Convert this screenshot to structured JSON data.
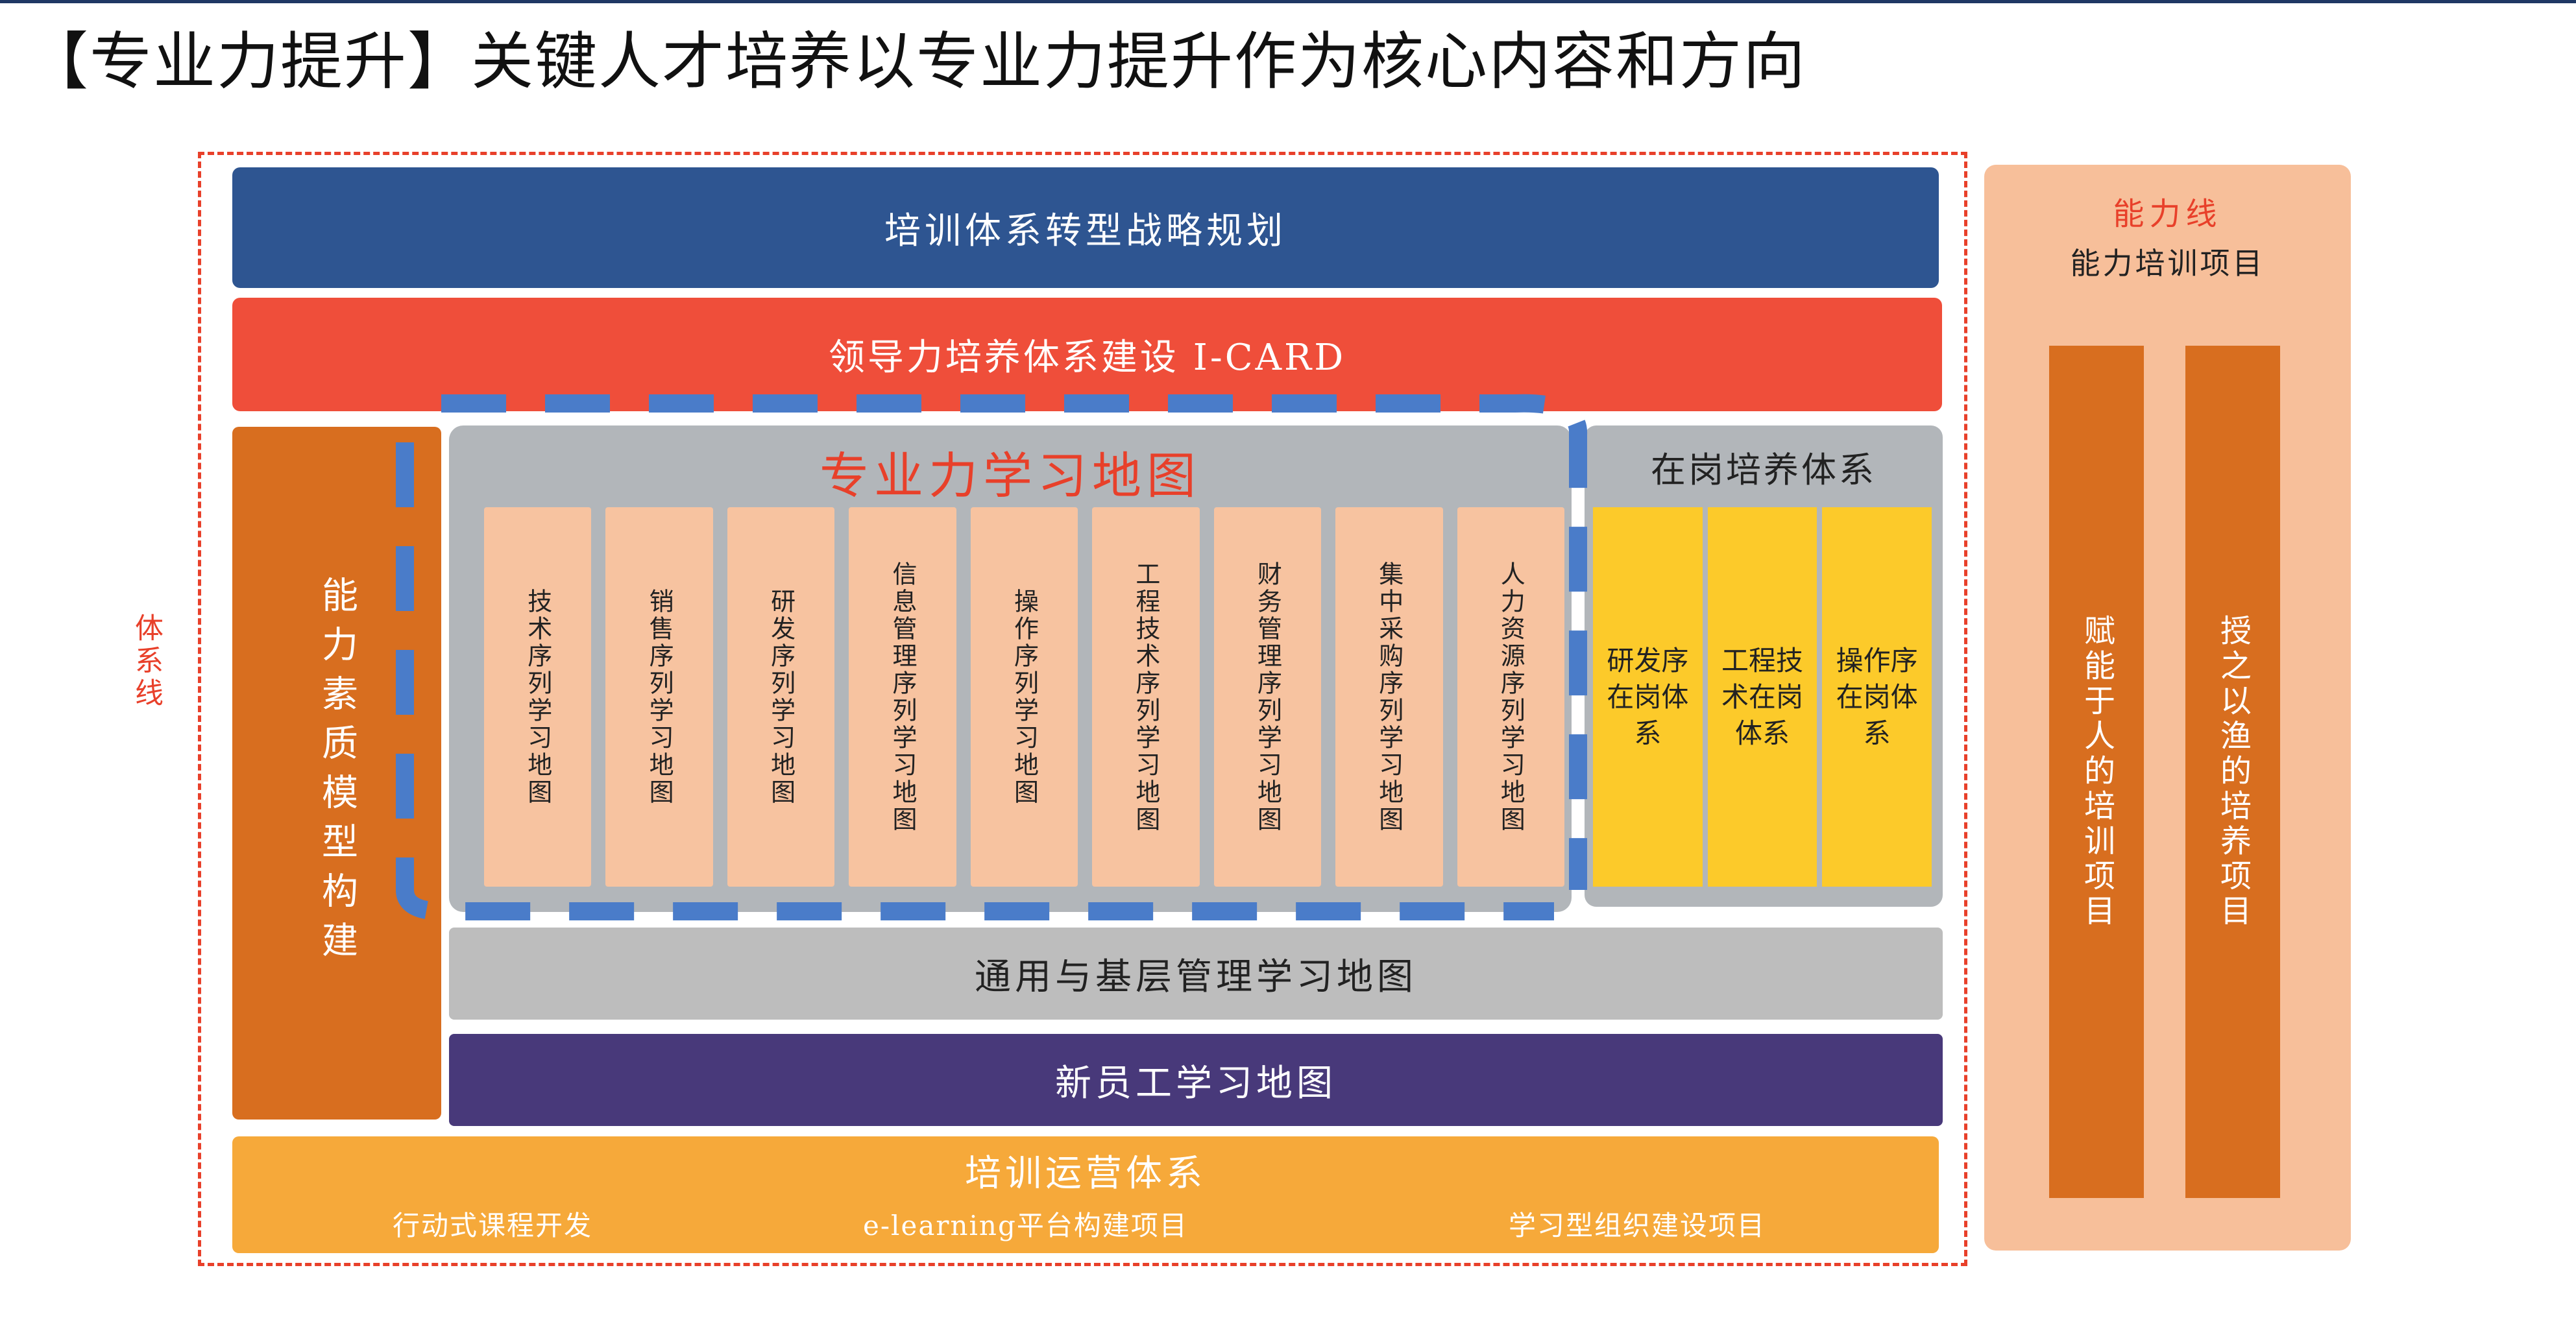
{
  "page_title": "【专业力提升】关键人才培养以专业力提升作为核心内容和方向",
  "side_label": "体系线",
  "bands": {
    "strategy": "培训体系转型战略规划",
    "leadership": "领导力培养体系建设 I-CARD",
    "competency": "能力素质模型构建",
    "general_map": "通用与基层管理学习地图",
    "new_employee_map": "新员工学习地图"
  },
  "professional": {
    "title": "专业力学习地图",
    "maps": [
      "技术序列学习地图",
      "销售序列学习地图",
      "研发序列学习地图",
      "信息管理序列学习地图",
      "操作序列学习地图",
      "工程技术序列学习地图",
      "财务管理序列学习地图",
      "集中采购序列学习地图",
      "人力资源序列学习地图"
    ]
  },
  "on_job": {
    "title": "在岗培养体系",
    "items": [
      "研发序在岗体系",
      "工程技术在岗体系",
      "操作序在岗体系"
    ]
  },
  "operations": {
    "title": "培训运营体系",
    "items": [
      "行动式课程开发",
      "e-learning平台构建项目",
      "学习型组织建设项目"
    ]
  },
  "ability": {
    "heading": "能力线",
    "subheading": "能力培训项目",
    "cards": [
      "赋能于人的培训项目",
      "授之以渔的培养项目"
    ]
  },
  "colors": {
    "navy": "#2e5591",
    "red": "#ef4e3a",
    "orange": "#d86e1f",
    "gray": "#b2b6ba",
    "peach": "#f7c3a0",
    "yellow": "#fcca2a",
    "purple": "#48397a",
    "amber": "#f6a93a",
    "route_blue": "#4a7cc9"
  }
}
